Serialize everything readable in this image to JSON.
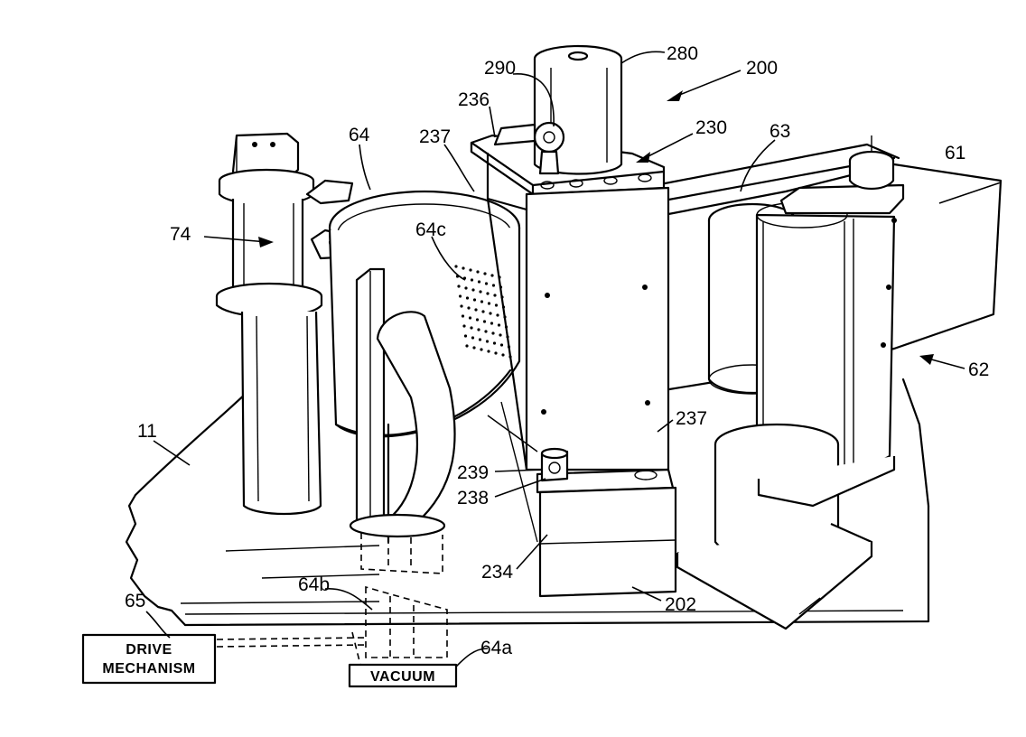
{
  "figure": {
    "labels": {
      "r200": "200",
      "r280": "280",
      "r290": "290",
      "r236": "236",
      "r230": "230",
      "r237_top": "237",
      "r64": "64",
      "r63": "63",
      "r61": "61",
      "r74": "74",
      "r64c": "64c",
      "r62": "62",
      "r11": "11",
      "r237_mid": "237",
      "r239": "239",
      "r238": "238",
      "r234": "234",
      "r202": "202",
      "r64b": "64b",
      "r65": "65",
      "r64a": "64a"
    },
    "drive_box": {
      "line1": "DRIVE",
      "line2": "MECHANISM"
    },
    "vacuum_box": {
      "label": "VACUUM"
    }
  }
}
